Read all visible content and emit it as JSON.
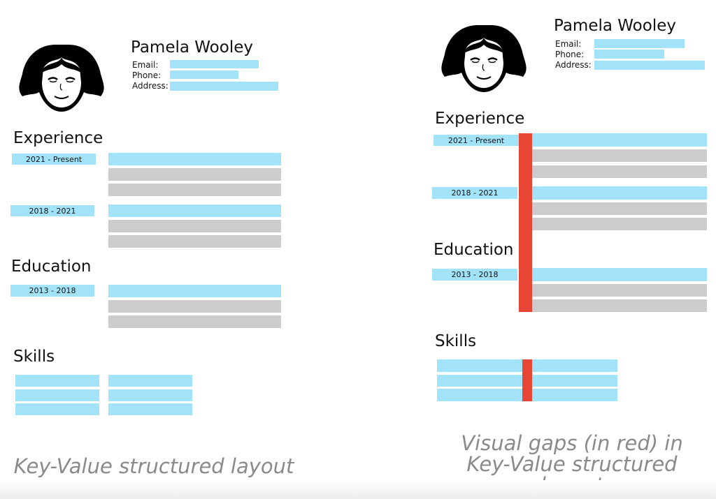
{
  "left": {
    "name": "Pamela Wooley",
    "email_label": "Email:",
    "phone_label": "Phone:",
    "address_label": "Address:",
    "experience_heading": "Experience",
    "education_heading": "Education",
    "skills_heading": "Skills",
    "exp_date_1": "2021 - Present",
    "exp_date_2": "2018 - 2021",
    "edu_date_1": "2013 - 2018",
    "caption": "Key-Value structured layout"
  },
  "right": {
    "name": "Pamela Wooley",
    "email_label": "Email:",
    "phone_label": "Phone:",
    "address_label": "Address:",
    "experience_heading": "Experience",
    "education_heading": "Education",
    "skills_heading": "Skills",
    "exp_date_1": "2021 - Present",
    "exp_date_2": "2018 - 2021",
    "edu_date_1": "2013 - 2018",
    "caption": "Visual gaps (in red) in Key-Value structured layout"
  },
  "colors": {
    "value_bar": "#a3e3f9",
    "detail_bar": "#cccccc",
    "gap_highlight": "#e74535",
    "caption_text": "#8a8a8a"
  },
  "icons": {
    "avatar": "woman-avatar-icon"
  }
}
